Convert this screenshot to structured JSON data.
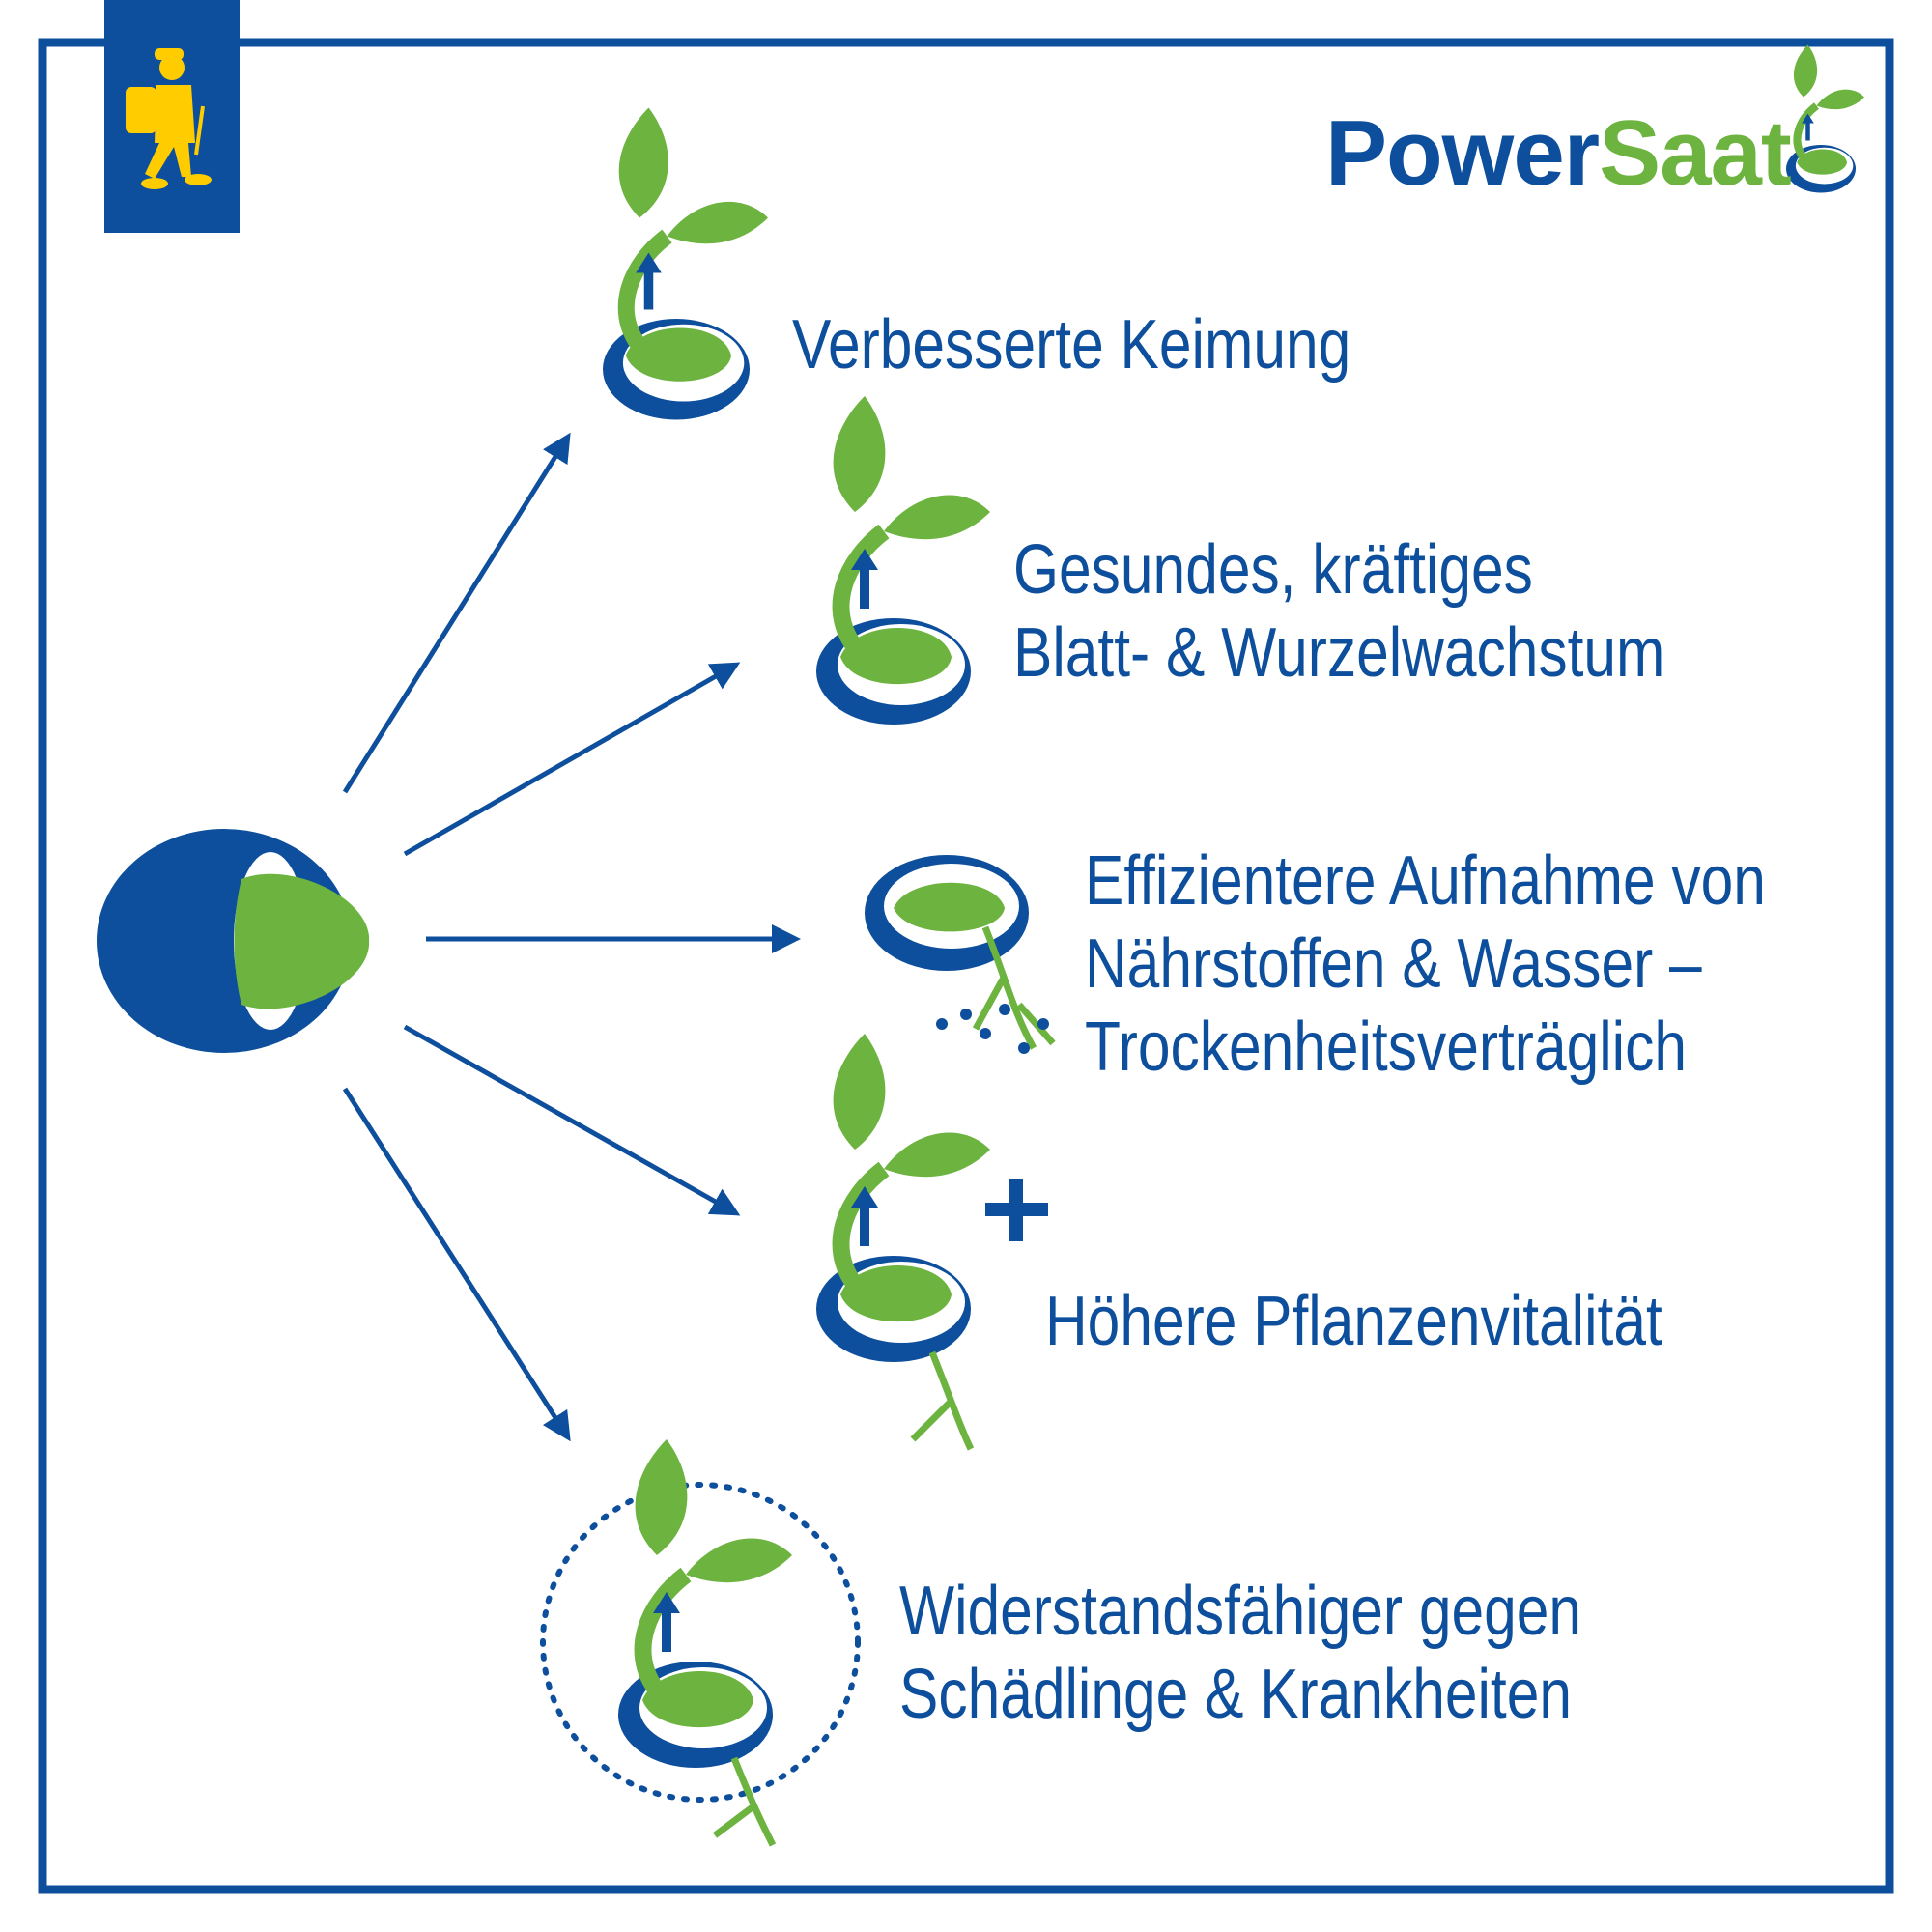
{
  "brand": {
    "name_part1": "Power",
    "name_part2": "Saat",
    "logo": "sprout-logo-icon",
    "mascot": "hiker-mascot-icon"
  },
  "colors": {
    "blue": "#0d4f9c",
    "green": "#6db33f",
    "yellow": "#ffcc00"
  },
  "benefits": [
    {
      "lines": [
        "Verbesserte Keimung"
      ],
      "icon": "sprout-icon"
    },
    {
      "lines": [
        "Gesundes, kräftiges",
        "Blatt- & Wurzelwachstum"
      ],
      "icon": "sprout-large-leaves-icon"
    },
    {
      "lines": [
        "Effizientere Aufnahme von",
        "Nährstoffen & Wasser –",
        "Trockenheitsverträglich"
      ],
      "icon": "root-nutrients-icon"
    },
    {
      "lines": [
        "Höhere Pflanzenvitalität"
      ],
      "icon": "sprout-plus-icon"
    },
    {
      "lines": [
        "Widerstandsfähiger gegen",
        "Schädlinge & Krankheiten"
      ],
      "icon": "sprout-shield-icon"
    }
  ]
}
